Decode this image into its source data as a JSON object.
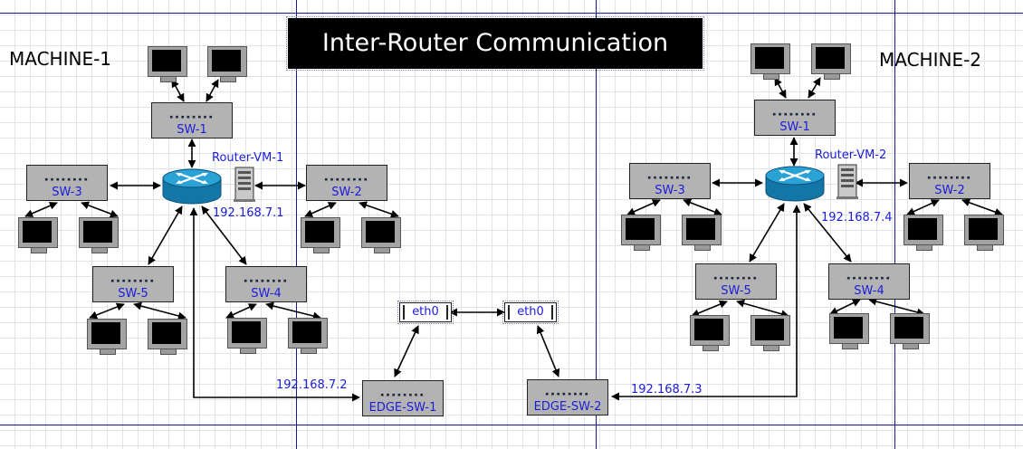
{
  "title": "Inter-Router Communication",
  "machines": [
    {
      "label": "MACHINE-1",
      "router": {
        "name": "Router-VM-1",
        "ip": "192.168.7.1"
      },
      "switches": [
        "SW-1",
        "SW-2",
        "SW-3",
        "SW-4",
        "SW-5"
      ],
      "edge": {
        "name": "EDGE-SW-1",
        "ip": "192.168.7.2"
      }
    },
    {
      "label": "MACHINE-2",
      "router": {
        "name": "Router-VM-2",
        "ip": "192.168.7.4"
      },
      "switches": [
        "SW-1",
        "SW-2",
        "SW-3",
        "SW-4",
        "SW-5"
      ],
      "edge": {
        "name": "EDGE-SW-2",
        "ip": "192.168.7.3"
      }
    }
  ],
  "interfaces": [
    "eth0",
    "eth0"
  ],
  "switch_ports_glyph": "▪▪▪▪▪▪▪▪",
  "icons": {
    "host": "monitor-icon",
    "router": "router-icon",
    "server": "server-icon",
    "switch": "switch-icon"
  },
  "colors": {
    "label_blue": "#1c1cdc",
    "switch_gray": "#b3b3b3",
    "router_blue": "#1f8fbf",
    "title_bg": "#000000"
  }
}
